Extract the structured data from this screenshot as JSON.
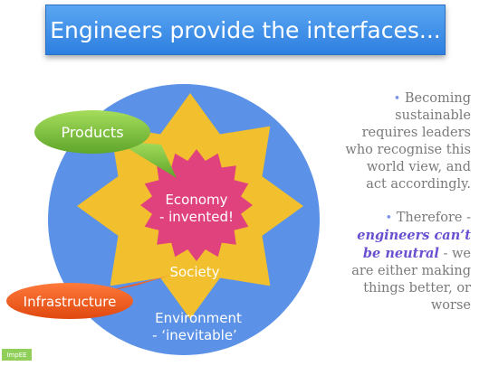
{
  "title": "Engineers provide the interfaces...",
  "diagram": {
    "labels": {
      "economy_line1": "Economy",
      "economy_line2": "- invented!",
      "society": "Society",
      "environment_line1": "Environment",
      "environment_line2": "- ‘inevitable’"
    },
    "callouts": {
      "products": "Products",
      "infrastructure": "Infrastructure"
    },
    "colors": {
      "environment": "#5b91e6",
      "society": "#f2c02e",
      "economy": "#e0427d",
      "products": "#7fc236",
      "infrastructure": "#f05a22"
    }
  },
  "side_text": {
    "bullet": "•",
    "para1": "Becoming sustainable requires leaders who recognise this world view, and act accordingly.",
    "para2_start": "Therefore -",
    "para2_emphasis": "engineers can’t be neutral",
    "para2_end": "- we are either making things better, or worse"
  },
  "logo": "ImpEE"
}
